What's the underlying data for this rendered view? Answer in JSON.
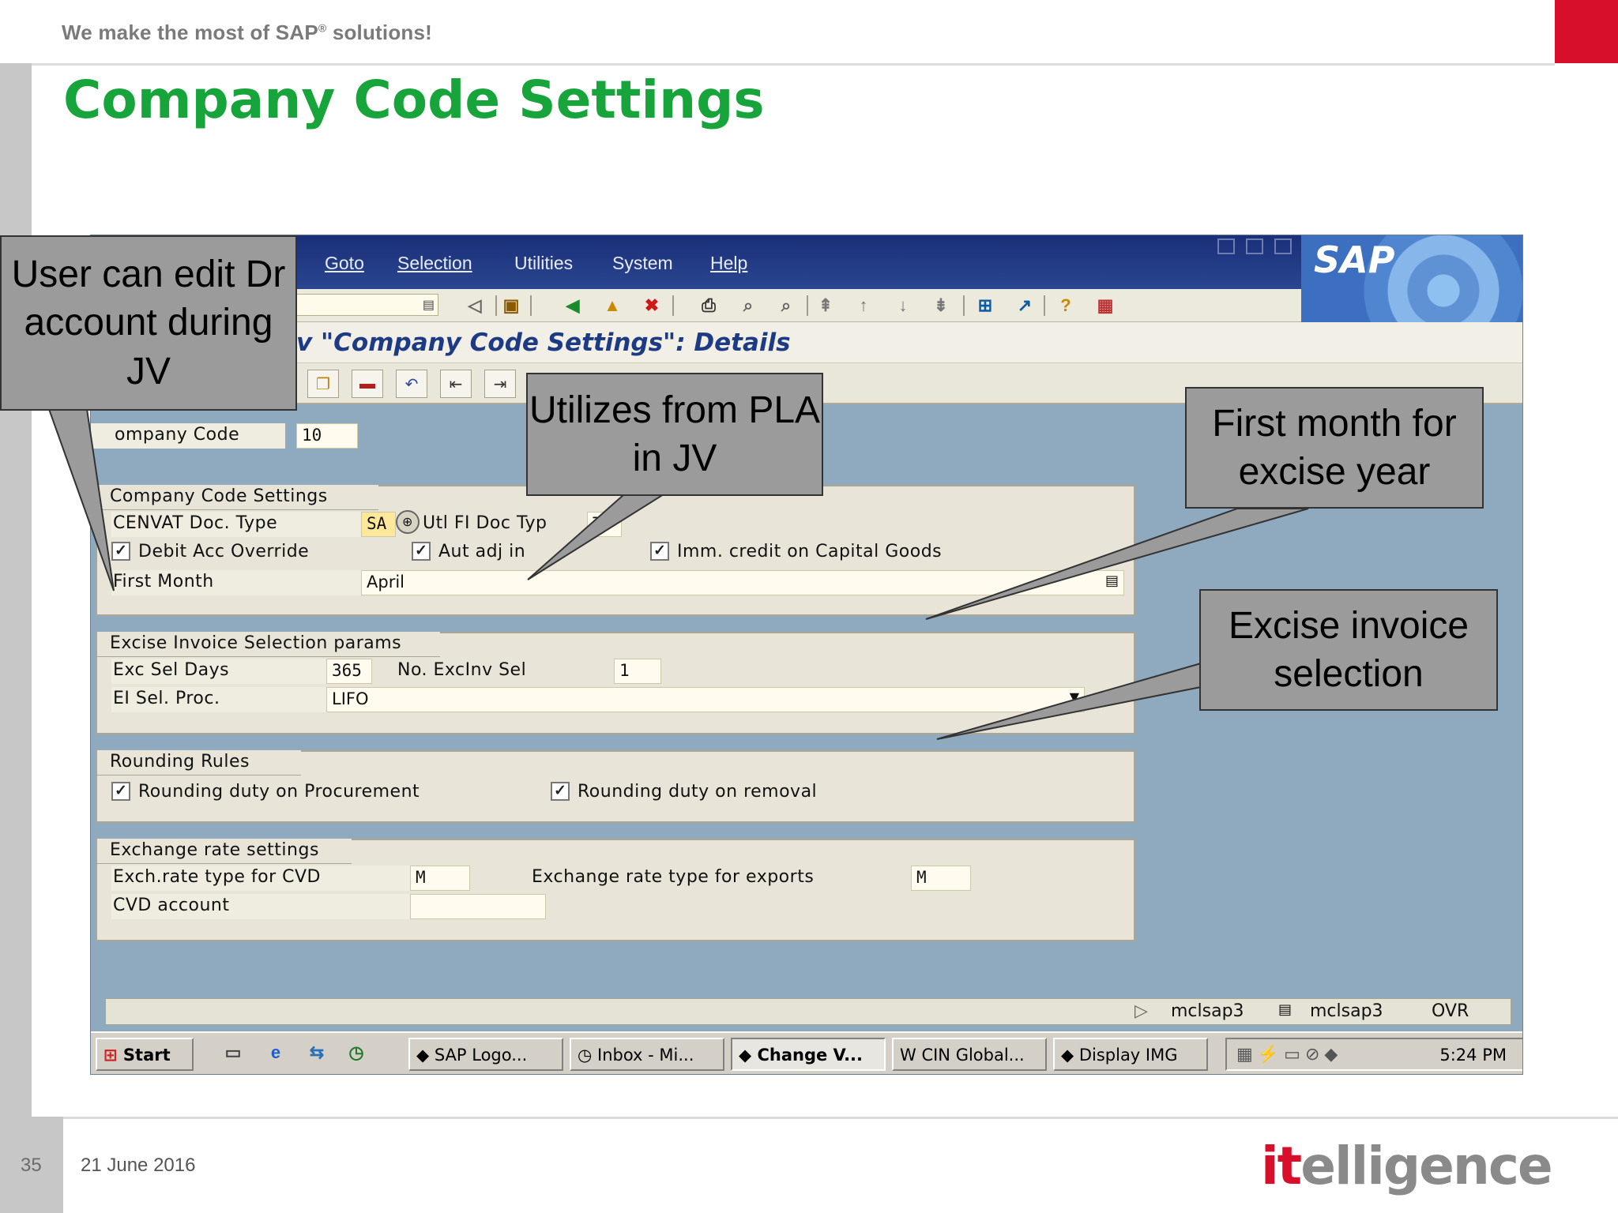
{
  "slide": {
    "tagline": "We make the most of SAP",
    "tagline_mark": "®",
    "tagline_tail": " solutions!",
    "title": "Company Code Settings",
    "page_number": "35",
    "date": "21 June 2016",
    "logo_it": "it",
    "logo_rest": "elligence"
  },
  "sap": {
    "menu": [
      "Goto",
      "Selection",
      "Utilities",
      "System",
      "Help"
    ],
    "brand": "SAP",
    "screen_title": "v \"Company Code Settings\": Details",
    "company_code_label": "ompany Code",
    "company_code_value": "10",
    "groups": {
      "company_code_settings": {
        "title": "Company Code Settings",
        "cenvat_doc_type_label": "CENVAT Doc. Type",
        "cenvat_doc_type_value": "SA",
        "utl_fi_doc_typ_label": "Utl FI Doc Typ",
        "utl_fi_doc_typ_value": "TD",
        "debit_acc_override_label": "Debit Acc Override",
        "aut_adj_label": "Aut adj in",
        "imm_credit_label": "Imm. credit on Capital Goods",
        "first_month_label": "First Month",
        "first_month_value": "April"
      },
      "excise_invoice": {
        "title": "Excise Invoice Selection params",
        "exc_sel_days_label": "Exc Sel Days",
        "exc_sel_days_value": "365",
        "no_excinv_sel_label": "No. ExcInv Sel",
        "no_excinv_sel_value": "1",
        "ei_sel_proc_label": "EI Sel. Proc.",
        "ei_sel_proc_value": "LIFO"
      },
      "rounding_rules": {
        "title": "Rounding Rules",
        "procurement_label": "Rounding duty on Procurement",
        "removal_label": "Rounding duty on removal"
      },
      "exchange_rate": {
        "title": "Exchange rate settings",
        "cvd_rate_label": "Exch.rate type for CVD",
        "cvd_rate_value": "M",
        "exports_rate_label": "Exchange rate type for exports",
        "exports_rate_value": "M",
        "cvd_account_label": "CVD account",
        "cvd_account_value": ""
      }
    },
    "status": {
      "server": "mclsap3",
      "client": "mclsap3",
      "mode": "OVR"
    },
    "taskbar": {
      "start": "Start",
      "tasks": [
        "SAP Logo...",
        "Inbox - Mi...",
        "Change V...",
        "CIN Global...",
        "Display IMG"
      ],
      "clock": "5:24 PM"
    }
  },
  "callouts": {
    "edit_dr": "User can edit Dr account during JV",
    "pla": "Utilizes from PLA in JV",
    "first_month": "First month for excise year",
    "excise_invoice": "Excise invoice selection"
  },
  "colors": {
    "title_green": "#17a53b",
    "brand_red": "#d70f2a",
    "sap_blue": "#1d3a84",
    "callout_gray": "#9b9b9b"
  }
}
